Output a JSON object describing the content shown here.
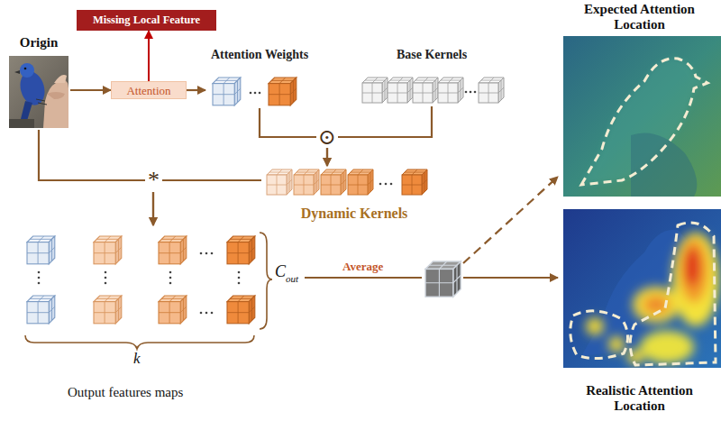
{
  "diagram": {
    "nodes": [
      {
        "text": [
          "Origin"
        ]
      },
      {
        "text": [
          "Missing Local Feature"
        ]
      },
      {
        "text": [
          "Attention"
        ]
      },
      {
        "text": [
          "Attention Weights"
        ]
      },
      {
        "text": [
          "Base Kernels"
        ]
      },
      {
        "text": [
          "Dynamic Kernels"
        ]
      },
      {
        "text": [
          "Output features maps"
        ]
      },
      {
        "text": [
          "Expected Attention Location"
        ]
      },
      {
        "text": [
          "Realistic Attention Location"
        ]
      }
    ],
    "edges": [
      {
        "from": 0,
        "to": 2,
        "arrow": "to"
      },
      {
        "from": 2,
        "to": 1,
        "arrow": "to"
      },
      {
        "from": 2,
        "to": 3,
        "arrow": "to"
      },
      {
        "from": 3,
        "to": 5,
        "arrow": "to"
      },
      {
        "from": 4,
        "to": 5,
        "arrow": "to"
      },
      {
        "from": 0,
        "to": 6,
        "arrow": "to"
      },
      {
        "from": 5,
        "to": 6,
        "arrow": "to"
      },
      {
        "from": 6,
        "to": 8,
        "arrow": "to",
        "label": "Average"
      },
      {
        "from": 6,
        "to": 7,
        "arrow": "to"
      }
    ],
    "labels": [
      "⊙",
      "*",
      "C",
      "out",
      "k"
    ]
  }
}
